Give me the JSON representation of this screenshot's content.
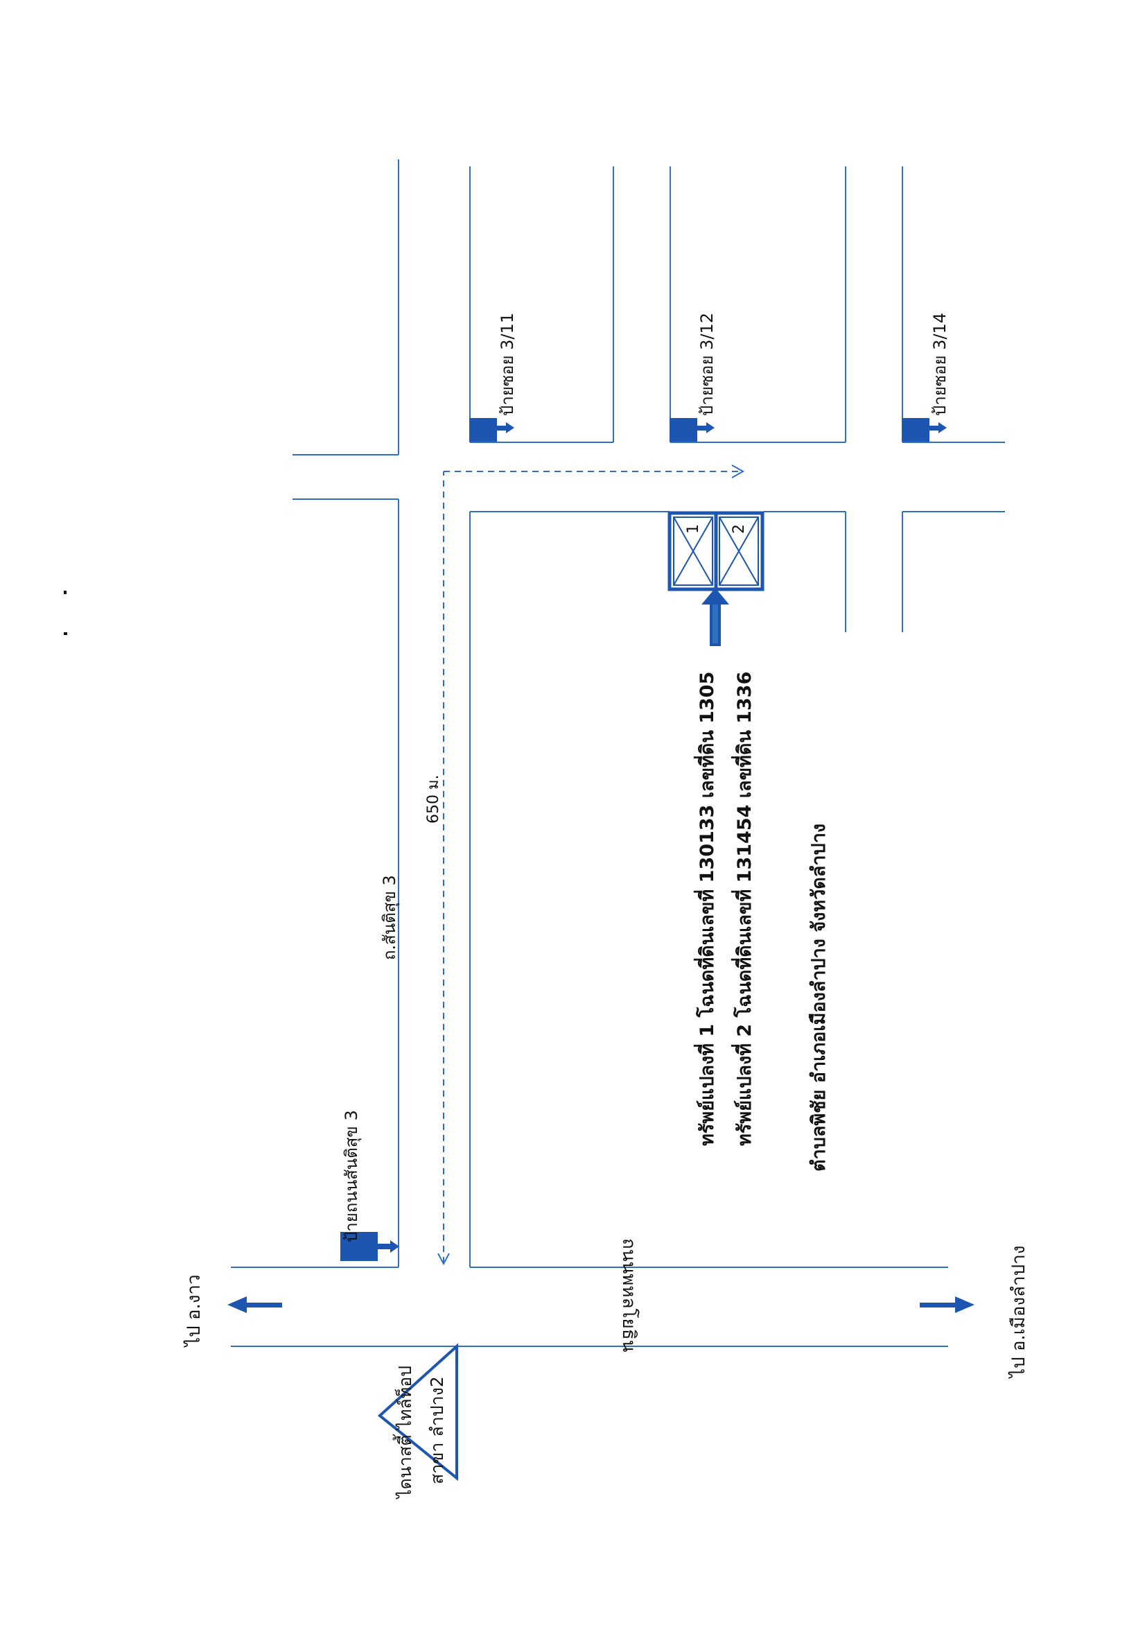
{
  "labels": {
    "to_ngao": "ไป อ.งาว",
    "to_mueang": "ไป อ.เมืองลำปาง",
    "main_road": "ถนนพหลโยธิน",
    "side_road": "ถ.สันติสุข 3",
    "distance": "650 ม.",
    "sign_santisuk": "ป้ายถนนสันติสุข 3",
    "sign_311": "ป้ายซอย 3/11",
    "sign_312": "ป้ายซอย 3/12",
    "sign_314": "ป้ายซอย 3/14",
    "dealer_line1": "ไดนาสตี้ ไทล์ท็อป",
    "dealer_line2": "สาขา ลำปาง2",
    "plot1_num": "1",
    "plot2_num": "2"
  },
  "info": {
    "line1": "ทรัพย์แปลงที่  1  โฉนดที่ดินเลขที่  130133  เลขที่ดิน  1305",
    "line2": "ทรัพย์แปลงที่  2  โฉนดที่ดินเลขที่  131454  เลขที่ดิน  1336",
    "line3": "ตำบลพิชัย  อำเภอเมืองลำปาง จังหวัดลำปาง"
  },
  "colors": {
    "road_line": "#2f6fc4",
    "marker": "#1d56b0",
    "text": "#111111"
  }
}
